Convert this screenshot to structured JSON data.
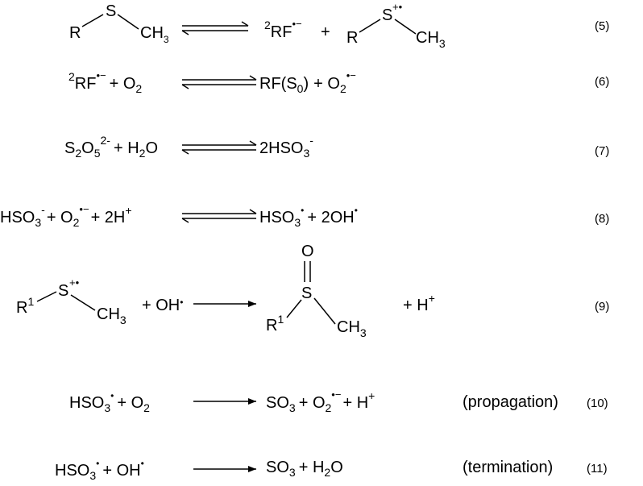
{
  "equations": [
    {
      "number": "(5)",
      "lhs": {
        "R": "R",
        "S": "S",
        "CH": "CH",
        "sub3": "3"
      },
      "rhs": {
        "sup2": "2",
        "RF": "RF",
        "rad": "•−",
        "plus": "+",
        "R": "R",
        "S": "S",
        "Sch": "+•",
        "CH": "CH",
        "sub3": "3"
      },
      "arrow": "equilibrium"
    },
    {
      "number": "(6)",
      "lhs": {
        "sup2": "2",
        "RF": "RF",
        "rad": "•−",
        "plus": "+ O",
        "sub2": "2"
      },
      "rhs": {
        "RF": "RF(S",
        "sub0": "0",
        "close": ")",
        "plus": "+ O",
        "sub2": "2",
        "rad": "•−"
      },
      "arrow": "equilibrium"
    },
    {
      "number": "(7)",
      "lhs": {
        "S": "S",
        "sub2": "2",
        "O": "O",
        "sub5": "5",
        "chg": "2-",
        "plus": "+ H",
        "sub2b": "2",
        "O2": "O"
      },
      "rhs": {
        "text": "2HSO",
        "sub3": "3",
        "chg": "-"
      },
      "arrow": "equilibrium"
    },
    {
      "number": "(8)",
      "lhs": {
        "h1": "HSO",
        "sub3": "3",
        "chg": "-",
        "p1": "+ O",
        "sub2": "2",
        "rad": "•−",
        "p2": "+ 2H",
        "sup": "+"
      },
      "rhs": {
        "h1": "HSO",
        "sub3": "3",
        "dot": "•",
        "p1": "+ 2OH",
        "dot2": "•"
      },
      "arrow": "equilibrium"
    },
    {
      "number": "(9)",
      "lhs": {
        "R": "R",
        "sup1": "1",
        "S": "S",
        "Sch": "+•",
        "CH": "CH",
        "sub3": "3",
        "plus": "+ OH",
        "dot": "•"
      },
      "rhs": {
        "O": "O",
        "S": "S",
        "R": "R",
        "sup1": "1",
        "CH": "CH",
        "sub3": "3",
        "plus": "+ H",
        "sup": "+"
      },
      "arrow": "forward"
    },
    {
      "number": "(10)",
      "lhs": {
        "h1": "HSO",
        "sub3": "3",
        "dot": "•",
        "p1": "+ O",
        "sub2": "2"
      },
      "rhs": {
        "s1": "SO",
        "sub3": "3",
        "p1": "+ O",
        "sub2": "2",
        "rad": "•−",
        "p2": "+ H",
        "sup": "+"
      },
      "note": "(propagation)",
      "arrow": "forward"
    },
    {
      "number": "(11)",
      "lhs": {
        "h1": "HSO",
        "sub3": "3",
        "dot": "•",
        "p1": "+ OH",
        "dot2": "•"
      },
      "rhs": {
        "s1": "SO",
        "sub3": "3",
        "p1": "+ H",
        "sub2": "2",
        "O": "O"
      },
      "note": "(termination)",
      "arrow": "forward"
    }
  ]
}
